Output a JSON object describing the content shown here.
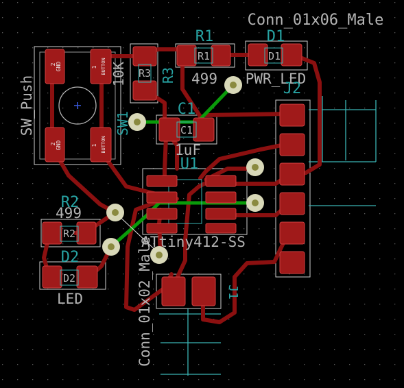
{
  "colors": {
    "background": "#000000",
    "grid": "#5a5a5a",
    "copper_front": "#8b1010",
    "pad": "#a01a1a",
    "pad_outline": "#d04040",
    "copper_back": "#0a9b0a",
    "silk": "#b4b4b4",
    "reference": "#27a3a3",
    "fab": "#3ab4b4",
    "courtyard": "#cfcfcf",
    "via_ring": "#d8d8b8",
    "via_hole": "#8a8a40"
  },
  "labels": {
    "conn6_value": "Conn_01x06_Male",
    "r1_ref": "R1",
    "r1_value": "499",
    "d1_ref": "D1",
    "d1_value": "PWR_LED",
    "r3_ref": "R3",
    "r3_value": "10K",
    "sw_value": "SW_Push",
    "sw_ref": "SW1",
    "c1_ref": "C1",
    "c1_value": "1uF",
    "j2_ref": "J2",
    "u1_ref": "U1",
    "u1_value": "ATtiny412-SS",
    "r2_ref": "R2",
    "r2_value": "499",
    "d2_ref": "D2",
    "d2_value": "LED",
    "conn2_value": "Conn_01x02_Male",
    "j1_ref": "J1"
  },
  "pad_labels": {
    "sw_gnd_num": "2",
    "sw_gnd": "GND",
    "sw_btn_num": "1",
    "sw_btn": "BUTTON"
  }
}
